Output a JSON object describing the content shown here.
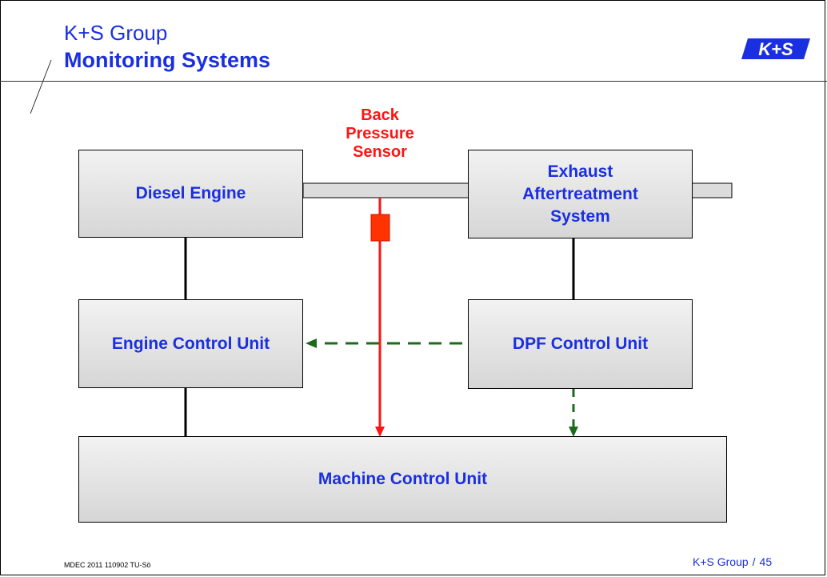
{
  "header": {
    "company": "K+S Group",
    "title": "Monitoring Systems",
    "logo_text": "K+S"
  },
  "diagram": {
    "diesel_engine": "Diesel Engine",
    "exhaust_system": "Exhaust Aftertreatment System",
    "sensor_label": "Back Pressure Sensor",
    "engine_control_unit": "Engine Control Unit",
    "dpf_control_unit": "DPF Control Unit",
    "machine_control_unit": "Machine Control Unit"
  },
  "footer": {
    "left": "MDEC 2011 110902  TU-Sö",
    "company": "K+S Group",
    "separator": "/",
    "page_number": "45"
  },
  "colors": {
    "title_blue": "#1a2fe0",
    "sensor_red": "#ff1414",
    "signal_green": "#1b6b1b",
    "sensor_fill": "#ff3300"
  }
}
